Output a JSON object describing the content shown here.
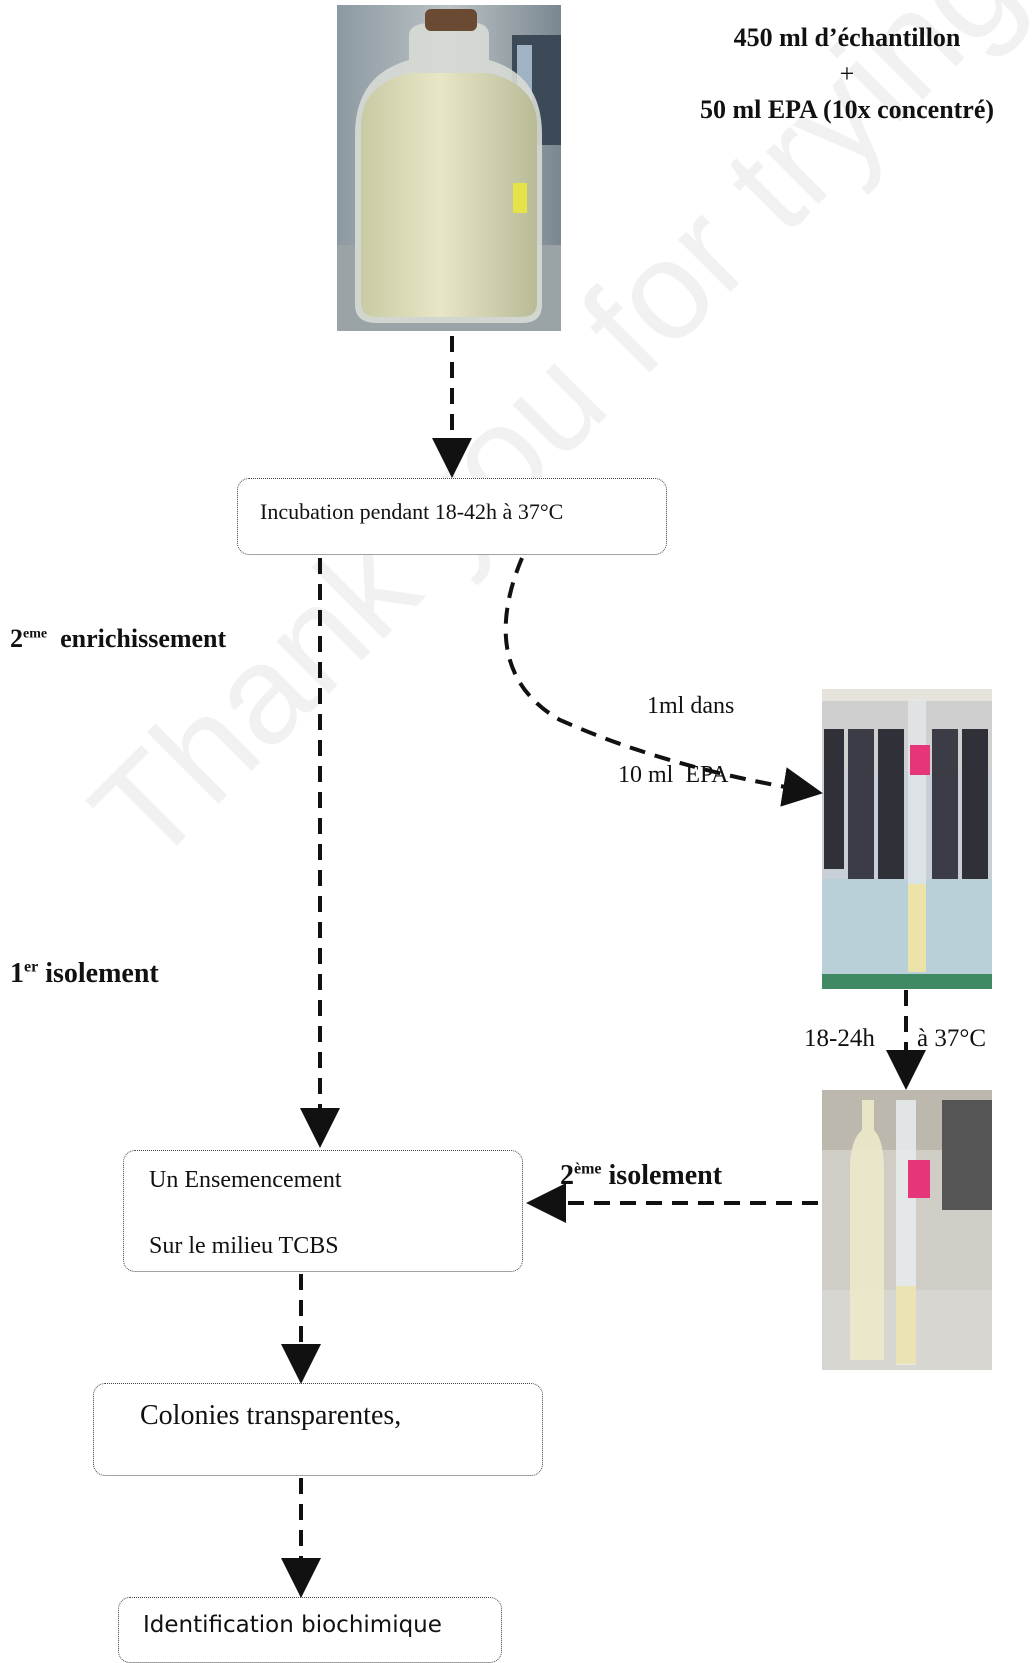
{
  "sample": {
    "line1": "450 ml d’échantillon",
    "line2": "+",
    "line3": "50 ml EPA (10x concentré)"
  },
  "incubation": {
    "label": "Incubation pendant 18-42h à 37°C"
  },
  "enrichment2": {
    "prefix": "2",
    "sup": "eme",
    "label": "enrichissement"
  },
  "isolation1": {
    "prefix": "1",
    "sup": "er",
    "label": "isolement"
  },
  "transfer": {
    "line1": "1ml dans",
    "line2": "10 ml  EPA"
  },
  "incubation2": {
    "left": "18-24h",
    "right": "à 37°C"
  },
  "isolation2": {
    "prefix": "2",
    "sup": "ème",
    "label": "isolement"
  },
  "seeding": {
    "line1": "Un Ensemencement",
    "line2": "Sur le milieu TCBS"
  },
  "colonies": {
    "label": "Colonies transparentes,"
  },
  "identification": {
    "label": "Identification biochimique"
  },
  "watermark": {
    "text": "Thank you for trying PDF"
  },
  "colors": {
    "arrow": "#111111",
    "box_border": "#444444",
    "text": "#111111"
  }
}
